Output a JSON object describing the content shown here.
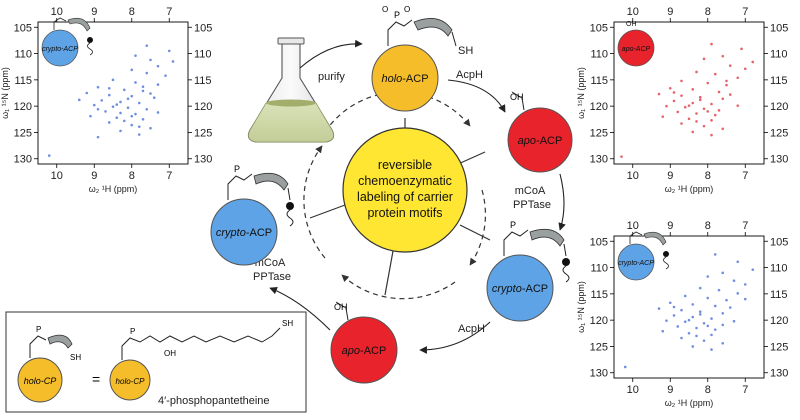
{
  "center": {
    "lines": [
      "reversible",
      "chemoenzymatic",
      "labeling of carrier",
      "protein motifs"
    ],
    "color": "#ffe633"
  },
  "flask": {
    "step": "purify"
  },
  "states": {
    "holo": {
      "italic": "holo",
      "rest": "-ACP",
      "color": "#f6bd2a",
      "sh": "SH"
    },
    "apo_right": {
      "italic": "apo",
      "rest": "-ACP",
      "color": "#e8232b",
      "oh": "OH"
    },
    "crypto_right": {
      "italic": "crypto",
      "rest": "-ACP",
      "color": "#5ea3e6"
    },
    "apo_bottom": {
      "italic": "apo",
      "rest": "-ACP",
      "color": "#e8232b",
      "oh": "OH"
    },
    "crypto_left": {
      "italic": "crypto",
      "rest": "-ACP",
      "color": "#5ea3e6"
    }
  },
  "steps": {
    "acph_top": "AcpH",
    "mcoa_right": [
      "mCoA",
      "PPTase"
    ],
    "acph_bottom": "AcpH",
    "mcoa_left": [
      "mCoA",
      "PPTase"
    ]
  },
  "phospho": {
    "o_minus": "O",
    "minus": "−",
    "p": "P",
    "o": "O"
  },
  "inset": {
    "holo_cp": "holo-CP",
    "sh": "SH",
    "equals": "=",
    "oh": "OH",
    "caption": "4′-phosphopantetheine"
  },
  "spectra": {
    "x_label": "ω₂ ¹H (ppm)",
    "y_label": "ω₁ ¹⁵N (ppm)",
    "x_ticks": [
      "10",
      "9",
      "8",
      "7"
    ],
    "y_ticks": [
      "105",
      "110",
      "115",
      "120",
      "125",
      "130"
    ],
    "panels": [
      {
        "badge": "crypto-ACP",
        "badge_color": "#5ea3e6",
        "dot_color": "#6f8fe0"
      },
      {
        "badge": "apo-ACP",
        "badge_color": "#e8232b",
        "dot_color": "#e8636a"
      },
      {
        "badge": "crypto-ACP",
        "badge_color": "#5ea3e6",
        "dot_color": "#6f8fe0"
      }
    ]
  },
  "chart_data": {
    "type": "scatter",
    "xlabel": "ω₂ ¹H (ppm)",
    "ylabel": "ω₁ ¹⁵N (ppm)",
    "xlim": [
      10.5,
      6.5
    ],
    "ylim": [
      104,
      131
    ],
    "series": [
      {
        "points": [
          [
            7.6,
            108.5
          ],
          [
            7.0,
            109.5
          ],
          [
            7.9,
            110.4
          ],
          [
            7.5,
            111.2
          ],
          [
            6.9,
            111.5
          ],
          [
            7.3,
            112.4
          ],
          [
            8.0,
            113.1
          ],
          [
            7.6,
            113.7
          ],
          [
            7.1,
            114.2
          ],
          [
            8.5,
            115.0
          ],
          [
            7.9,
            115.5
          ],
          [
            7.3,
            115.9
          ],
          [
            8.9,
            116.4
          ],
          [
            8.2,
            116.9
          ],
          [
            7.7,
            117.1
          ],
          [
            9.2,
            117.5
          ],
          [
            8.6,
            117.9
          ],
          [
            8.0,
            118.1
          ],
          [
            7.4,
            118.4
          ],
          [
            8.8,
            118.9
          ],
          [
            8.3,
            119.2
          ],
          [
            7.8,
            119.4
          ],
          [
            9.0,
            119.8
          ],
          [
            8.5,
            120.1
          ],
          [
            8.1,
            120.3
          ],
          [
            7.6,
            120.6
          ],
          [
            8.7,
            121.0
          ],
          [
            8.3,
            121.3
          ],
          [
            7.9,
            121.5
          ],
          [
            9.1,
            121.9
          ],
          [
            8.4,
            122.2
          ],
          [
            7.7,
            122.5
          ],
          [
            8.6,
            123.1
          ],
          [
            8.0,
            123.6
          ],
          [
            7.5,
            124.2
          ],
          [
            8.3,
            124.7
          ],
          [
            7.8,
            125.4
          ],
          [
            8.9,
            125.9
          ],
          [
            10.2,
            129.4
          ],
          [
            8.1,
            118.6
          ],
          [
            8.4,
            119.7
          ],
          [
            7.5,
            117.6
          ],
          [
            8.9,
            120.6
          ],
          [
            8.2,
            122.8
          ],
          [
            7.7,
            116.3
          ],
          [
            9.4,
            118.8
          ],
          [
            8.0,
            121.9
          ],
          [
            7.3,
            121.2
          ],
          [
            8.6,
            116.6
          ],
          [
            7.8,
            123.9
          ]
        ]
      },
      {
        "points": [
          [
            7.9,
            108.2
          ],
          [
            7.1,
            109.1
          ],
          [
            7.6,
            110.5
          ],
          [
            8.1,
            111.0
          ],
          [
            6.8,
            111.6
          ],
          [
            7.4,
            112.3
          ],
          [
            7.0,
            112.9
          ],
          [
            8.3,
            113.5
          ],
          [
            7.8,
            113.9
          ],
          [
            7.2,
            114.6
          ],
          [
            8.7,
            115.2
          ],
          [
            8.0,
            115.6
          ],
          [
            7.5,
            116.0
          ],
          [
            9.0,
            116.6
          ],
          [
            8.4,
            116.8
          ],
          [
            7.7,
            117.3
          ],
          [
            9.3,
            117.7
          ],
          [
            8.7,
            118.0
          ],
          [
            8.2,
            118.3
          ],
          [
            7.6,
            118.6
          ],
          [
            8.9,
            119.0
          ],
          [
            8.4,
            119.4
          ],
          [
            7.9,
            119.6
          ],
          [
            9.1,
            120.0
          ],
          [
            8.6,
            120.2
          ],
          [
            8.1,
            120.5
          ],
          [
            7.7,
            120.8
          ],
          [
            8.8,
            121.1
          ],
          [
            8.3,
            121.4
          ],
          [
            7.8,
            121.7
          ],
          [
            9.2,
            122.0
          ],
          [
            8.5,
            122.4
          ],
          [
            7.9,
            122.7
          ],
          [
            8.7,
            123.3
          ],
          [
            8.1,
            123.8
          ],
          [
            7.6,
            124.3
          ],
          [
            8.4,
            124.9
          ],
          [
            7.9,
            125.5
          ],
          [
            10.3,
            129.6
          ],
          [
            8.2,
            118.8
          ],
          [
            8.5,
            119.9
          ],
          [
            7.4,
            117.8
          ],
          [
            8.0,
            121.0
          ],
          [
            7.5,
            115.2
          ],
          [
            8.9,
            117.4
          ],
          [
            8.3,
            122.9
          ],
          [
            7.2,
            119.9
          ]
        ]
      },
      {
        "points": [
          [
            7.8,
            107.5
          ],
          [
            7.2,
            108.9
          ],
          [
            6.8,
            110.4
          ],
          [
            7.6,
            111.0
          ],
          [
            8.0,
            111.7
          ],
          [
            7.3,
            112.5
          ],
          [
            7.0,
            113.2
          ],
          [
            8.2,
            113.9
          ],
          [
            7.7,
            114.3
          ],
          [
            7.2,
            114.9
          ],
          [
            8.6,
            115.4
          ],
          [
            8.0,
            115.8
          ],
          [
            7.5,
            116.2
          ],
          [
            9.0,
            116.7
          ],
          [
            8.4,
            117.0
          ],
          [
            7.8,
            117.3
          ],
          [
            9.3,
            117.8
          ],
          [
            8.7,
            118.1
          ],
          [
            8.2,
            118.4
          ],
          [
            7.6,
            118.7
          ],
          [
            8.9,
            119.1
          ],
          [
            8.4,
            119.4
          ],
          [
            7.9,
            119.7
          ],
          [
            9.1,
            120.1
          ],
          [
            8.6,
            120.3
          ],
          [
            8.1,
            120.6
          ],
          [
            7.6,
            120.9
          ],
          [
            8.8,
            121.2
          ],
          [
            8.3,
            121.5
          ],
          [
            7.8,
            121.8
          ],
          [
            9.2,
            122.1
          ],
          [
            8.5,
            122.5
          ],
          [
            7.9,
            122.8
          ],
          [
            8.7,
            123.4
          ],
          [
            8.1,
            123.9
          ],
          [
            7.6,
            124.4
          ],
          [
            8.4,
            125.0
          ],
          [
            7.9,
            125.6
          ],
          [
            10.2,
            128.9
          ],
          [
            8.2,
            118.9
          ],
          [
            8.5,
            120.0
          ],
          [
            7.4,
            117.6
          ],
          [
            7.0,
            116.0
          ],
          [
            8.9,
            117.5
          ],
          [
            8.3,
            123.0
          ],
          [
            7.3,
            120.2
          ],
          [
            8.0,
            121.1
          ]
        ]
      }
    ]
  }
}
